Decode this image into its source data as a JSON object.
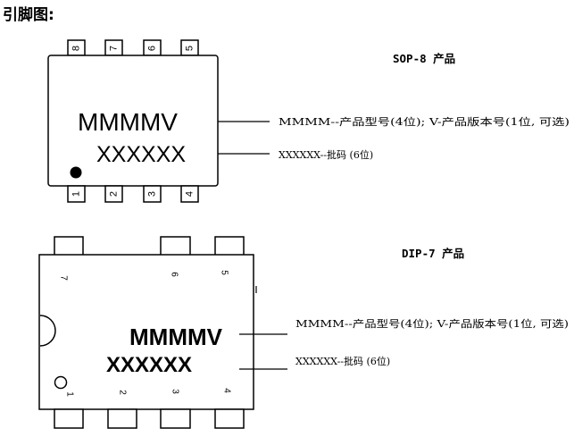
{
  "title": "引脚图:",
  "sop8": {
    "heading": "SOP-8  产品",
    "top_pins": [
      "8",
      "7",
      "6",
      "5"
    ],
    "bottom_pins": [
      "1",
      "2",
      "3",
      "4"
    ],
    "mark_line1": "MMMMV",
    "mark_line2": "XXXXXX",
    "desc1": "MMMM--产品型号(4位); V-产品版本号(1位, 可选)",
    "desc2": "XXXXXX--批码 (6位)"
  },
  "dip7": {
    "heading": "DIP-7  产品",
    "pin_7": "7",
    "pin_6": "6",
    "pin_5": "5",
    "pin_1": "1",
    "pin_2": "2",
    "pin_3": "3",
    "pin_4": "4",
    "mark_line1": "MMMMV",
    "mark_line2": "XXXXXX",
    "desc1": "MMMM--产品型号(4位); V-产品版本号(1位, 可选)",
    "desc2": "XXXXXX--批码 (6位)"
  }
}
